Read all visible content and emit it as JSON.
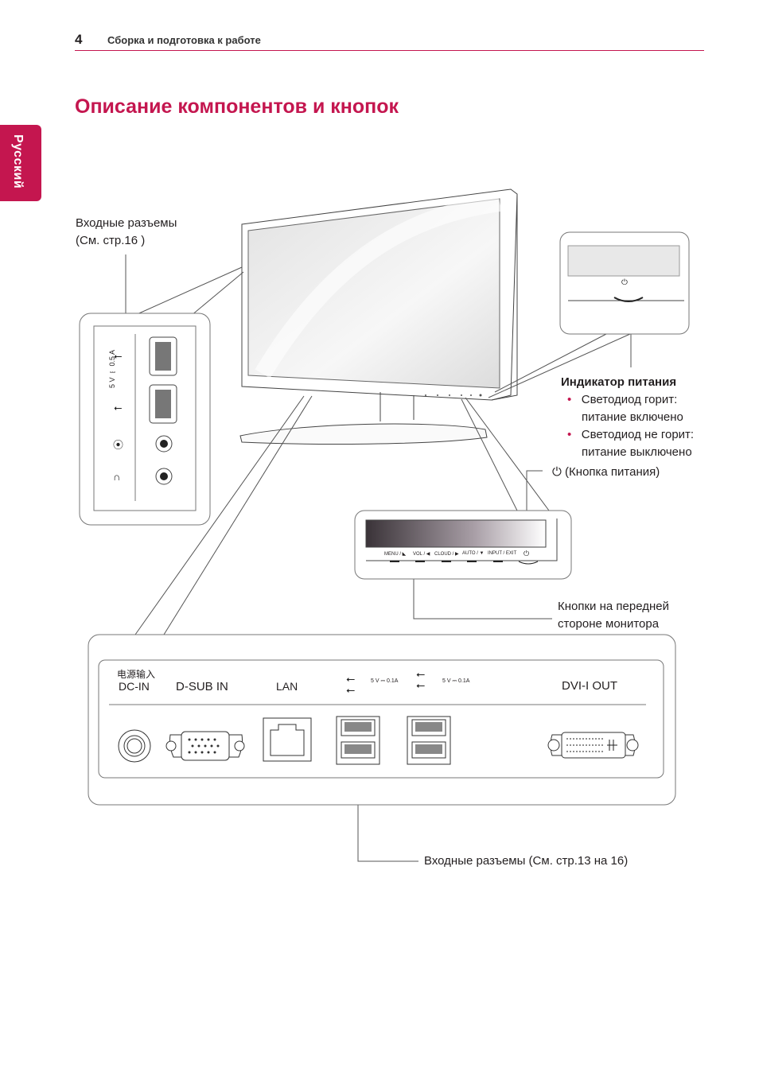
{
  "header": {
    "page_number": "4",
    "section": "Сборка и подготовка к работе"
  },
  "title": "Описание компонентов и кнопок",
  "language_tab": "Русский",
  "callouts": {
    "input_ports_side": [
      "Входные разъемы",
      "(См. стр.16 )"
    ],
    "power_indicator": {
      "title": "Индикатор питания",
      "items": [
        [
          "Светодиод горит:",
          "питание включено"
        ],
        [
          "Светодиод не горит:",
          "питание выключено"
        ]
      ]
    },
    "power_button": "(Кнопка питания)",
    "front_buttons": [
      "Кнопки на передней",
      "стороне монитора"
    ],
    "input_ports_back": "Входные разъемы (См. стр.13 на 16)"
  },
  "front_panel_buttons": [
    "MENU / ◣",
    "VOL / ◀",
    "CLOUD / ▶",
    "AUTO / ▼",
    "INPUT / EXIT"
  ],
  "side_panel": {
    "usb_rating": "5 V ⎓ 0.5 A"
  },
  "rear_panel": {
    "dc_in_cn": "电源输入",
    "dc_in": "DC-IN",
    "dsub": "D-SUB IN",
    "lan": "LAN",
    "usb_rating_1": "5 V ⎓ 0.1A",
    "usb_rating_2": "5 V ⎓ 0.1A",
    "dvi": "DVI-I OUT"
  },
  "colors": {
    "accent": "#c4164f"
  }
}
